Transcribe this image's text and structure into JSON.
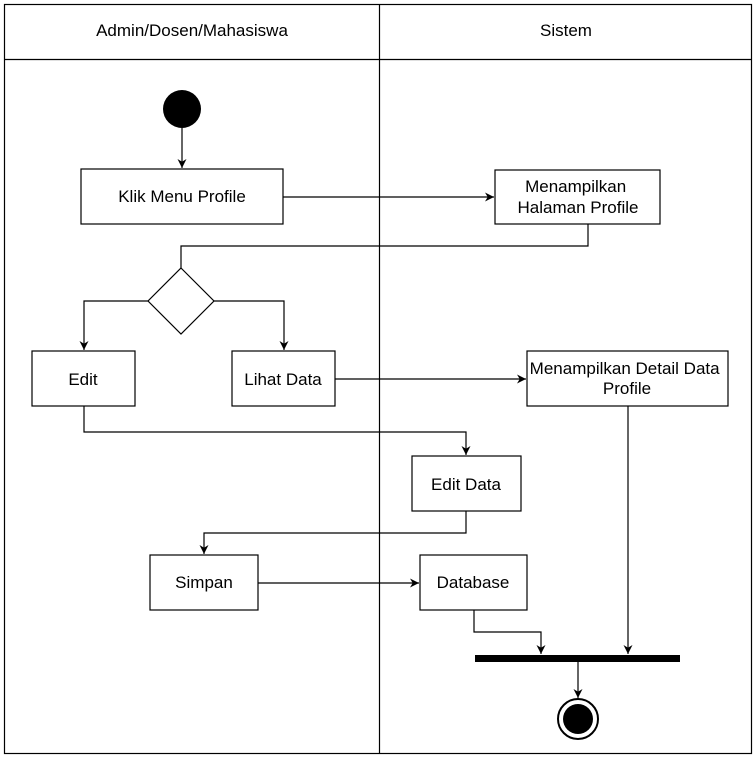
{
  "lanes": [
    {
      "id": "actor",
      "label": "Admin/Dosen/Mahasiswa"
    },
    {
      "id": "system",
      "label": "Sistem"
    }
  ],
  "nodes": {
    "klik_menu_profile": {
      "lines": [
        "Klik Menu Profile"
      ]
    },
    "menampilkan_halaman_profile": {
      "lines": [
        "Menampilkan",
        "Halaman Profile"
      ]
    },
    "edit": {
      "lines": [
        "Edit"
      ]
    },
    "lihat_data": {
      "lines": [
        "Lihat Data"
      ]
    },
    "menampilkan_detail_data_profile": {
      "lines": [
        "Menampilkan Detail Data",
        "Profile"
      ]
    },
    "edit_data": {
      "lines": [
        "Edit Data"
      ]
    },
    "simpan": {
      "lines": [
        "Simpan"
      ]
    },
    "database": {
      "lines": [
        "Database"
      ]
    }
  },
  "colors": {
    "stroke": "#000000",
    "fill": "#ffffff",
    "ink": "#000000"
  }
}
